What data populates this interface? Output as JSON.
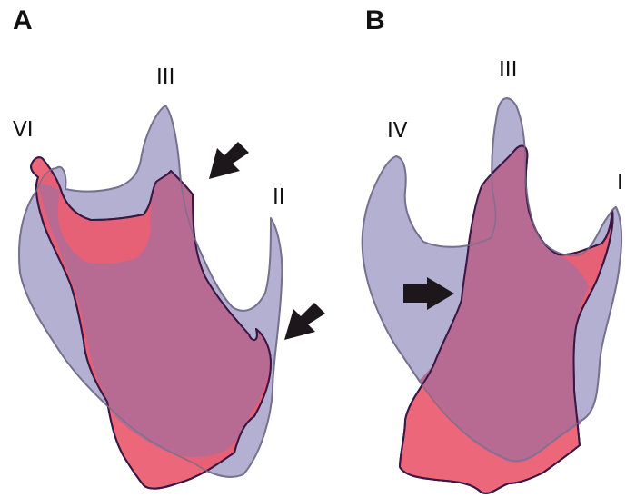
{
  "panels": [
    {
      "letter": "A",
      "labels": [
        "VI",
        "III",
        "II"
      ],
      "arrows": 2
    },
    {
      "letter": "B",
      "labels": [
        "IV",
        "III",
        "I"
      ],
      "arrows": 1
    }
  ],
  "colors": {
    "lavender_fill": "#a9a5cb",
    "lavender_stroke": "#77708f",
    "red_fill": "#ea5a6e",
    "red_stroke": "#3a1846",
    "overlap_fill": "#b46a93",
    "arrow": "#1d171c"
  }
}
